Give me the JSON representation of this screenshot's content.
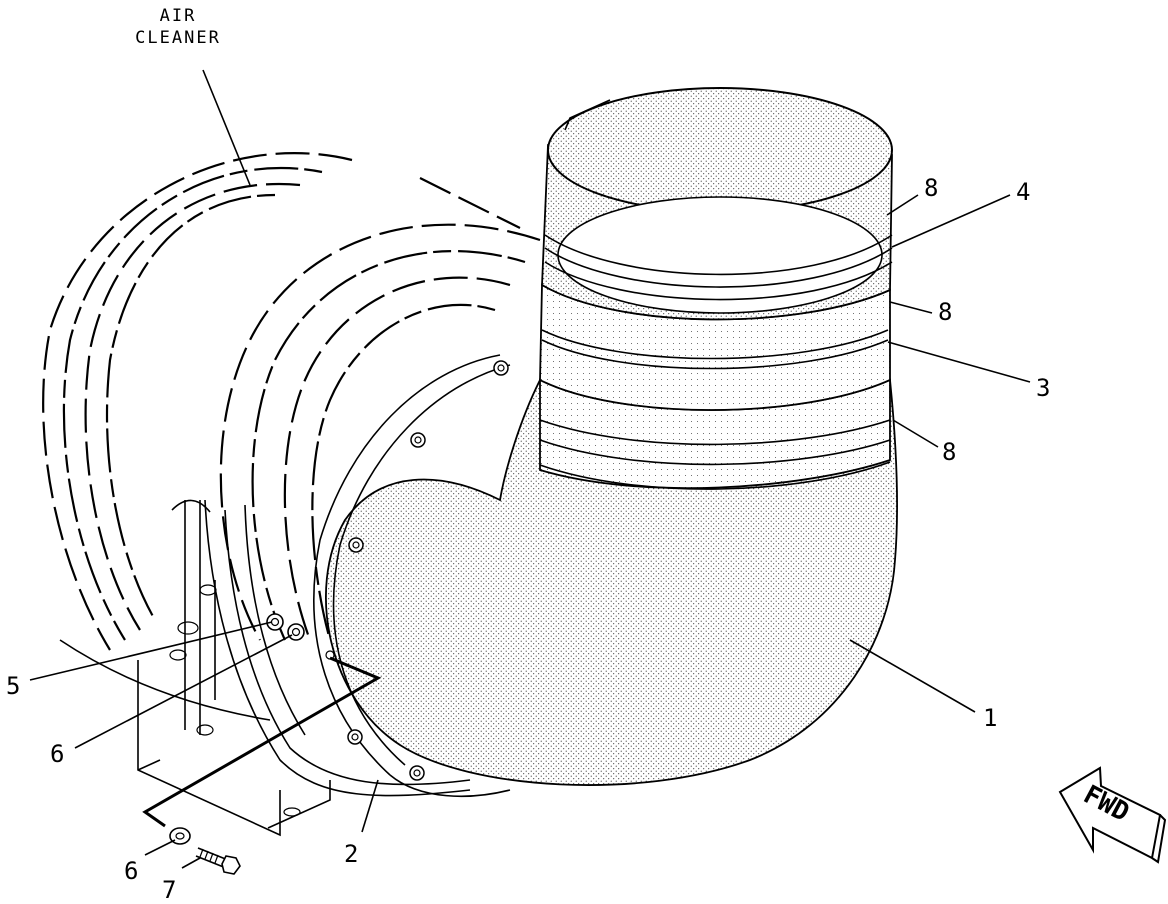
{
  "labels": {
    "air_cleaner_line1": "AIR",
    "air_cleaner_line2": "CLEANER",
    "fwd": "FWD"
  },
  "callouts": [
    {
      "id": "c8a",
      "text": "8"
    },
    {
      "id": "c4",
      "text": "4"
    },
    {
      "id": "c8b",
      "text": "8"
    },
    {
      "id": "c3",
      "text": "3"
    },
    {
      "id": "c8c",
      "text": "8"
    },
    {
      "id": "c1",
      "text": "1"
    },
    {
      "id": "c5",
      "text": "5"
    },
    {
      "id": "c6a",
      "text": "6"
    },
    {
      "id": "c2",
      "text": "2"
    },
    {
      "id": "c6b",
      "text": "6"
    },
    {
      "id": "c7",
      "text": "7"
    }
  ]
}
